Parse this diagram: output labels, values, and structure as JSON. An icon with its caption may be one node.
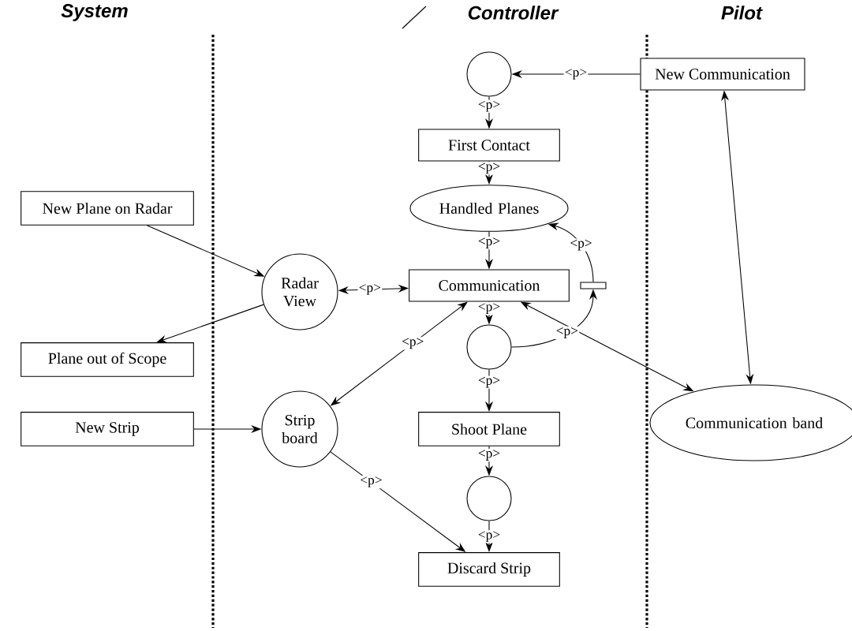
{
  "diagram": {
    "nodes": [
      {
        "text": [],
        "shape": "circle"
      },
      {
        "text": [
          "New Communication"
        ]
      },
      {
        "text": [
          "First Contact"
        ]
      },
      {
        "text": [
          "Handled Planes"
        ]
      },
      {
        "text": [
          "New Plane on Radar"
        ]
      },
      {
        "text": [
          "Radar View"
        ]
      },
      {
        "text": [
          "Communication"
        ]
      },
      {
        "text": [
          "Plane out of Scope"
        ]
      },
      {
        "text": [],
        "shape": "circle"
      },
      {
        "text": [
          "New Strip"
        ]
      },
      {
        "text": [
          "Strip board"
        ]
      },
      {
        "text": [
          "Communication band"
        ]
      },
      {
        "text": [],
        "shape": "bar"
      },
      {
        "text": [
          "Shoot Plane"
        ]
      },
      {
        "text": [],
        "shape": "circle"
      },
      {
        "text": [
          "Discard Strip"
        ]
      }
    ],
    "edges": [
      {
        "from": 1,
        "to": 0,
        "arrow": "to",
        "label": "<p>"
      },
      {
        "from": 0,
        "to": 2,
        "arrow": "to",
        "label": "<p>"
      },
      {
        "from": 2,
        "to": 3,
        "arrow": "to",
        "label": "<p>"
      },
      {
        "from": 3,
        "to": 6,
        "arrow": "to",
        "label": "<p>"
      },
      {
        "from": 4,
        "to": 5,
        "arrow": "to"
      },
      {
        "from": 5,
        "to": 7,
        "arrow": "to"
      },
      {
        "from": 5,
        "to": 6,
        "arrow": "both",
        "label": "<p>"
      },
      {
        "from": 6,
        "to": 8,
        "arrow": "to",
        "label": "<p>"
      },
      {
        "from": 8,
        "to": 12,
        "arrow": "to",
        "label": "<p>"
      },
      {
        "from": 12,
        "to": 3,
        "arrow": "to",
        "label": "<p>"
      },
      {
        "from": 6,
        "to": 11,
        "arrow": "both"
      },
      {
        "from": 1,
        "to": 11,
        "arrow": "both"
      },
      {
        "from": 9,
        "to": 10,
        "arrow": "to"
      },
      {
        "from": 6,
        "to": 10,
        "arrow": "both",
        "label": "<p>"
      },
      {
        "from": 10,
        "to": 15,
        "arrow": "to",
        "label": "<p>"
      },
      {
        "from": 8,
        "to": 13,
        "arrow": "to",
        "label": "<p>"
      },
      {
        "from": 13,
        "to": 14,
        "arrow": "to",
        "label": "<p>"
      },
      {
        "from": 14,
        "to": 15,
        "arrow": "to",
        "label": "<p>"
      }
    ],
    "labels": [
      "System",
      "Controller",
      "Pilot"
    ]
  }
}
